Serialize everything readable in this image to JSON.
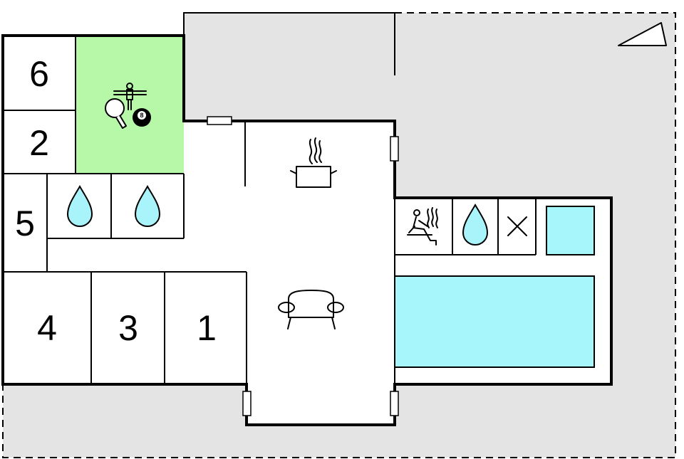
{
  "rooms": {
    "r6": "6",
    "r2": "2",
    "r5": "5",
    "r4": "4",
    "r3": "3",
    "r1": "1"
  },
  "icons": {
    "billiard_ball_label": "8",
    "game_room": [
      "foosball-icon",
      "table-tennis-icon",
      "billiard-ball-icon"
    ],
    "kitchen": "cooking-pot-icon",
    "living": "sofa-icon",
    "bathrooms": [
      "water-drop-icon",
      "water-drop-icon",
      "water-drop-icon"
    ],
    "wellness": [
      "sauna-icon",
      "water-drop-icon",
      "close-x-icon"
    ],
    "outdoor": "north-arrow-icon"
  },
  "colors": {
    "game_room": "#b6f7a8",
    "pool": "#a6f6fb",
    "terrace": "#e4e4e4",
    "walls": "#000000"
  }
}
